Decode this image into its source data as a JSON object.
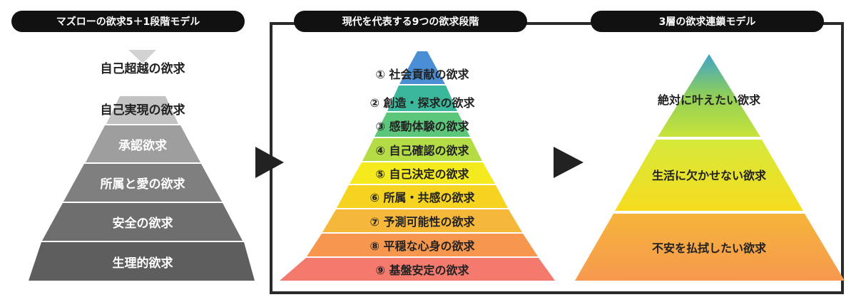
{
  "maslow": {
    "title": "マズローの欲求5＋1段階モデル",
    "levels": [
      "自己超越の欲求",
      "自己実現の欲求",
      "承認欲求",
      "所属と愛の欲求",
      "安全の欲求",
      "生理的欲求"
    ]
  },
  "modern": {
    "title": "現代を代表する9つの欲求段階",
    "levels": [
      "① 社会貢献の欲求",
      "② 創造・探求の欲求",
      "③ 感動体験の欲求",
      "④ 自己確認の欲求",
      "⑤ 自己決定の欲求",
      "⑥ 所属・共感の欲求",
      "⑦ 予測可能性の欲求",
      "⑧ 平穏な心身の欲求",
      "⑨ 基盤安定の欲求"
    ],
    "colors": [
      "#4a8fd6",
      "#3bb89b",
      "#5cc77b",
      "#b4dc45",
      "#f4ea1e",
      "#f6d321",
      "#f6b83a",
      "#f7974e",
      "#f47a6e"
    ]
  },
  "chain": {
    "title": "3層の欲求連鎖モデル",
    "levels": [
      "絶対に叶えたい欲求",
      "生活に欠かせない欲求",
      "不安を払拭したい欲求"
    ]
  },
  "colors": {
    "pill_bg": "#111111",
    "maslow_grays": [
      "#d2d2d2",
      "#c2c2c2",
      "#9e9e9e",
      "#7f7f7f",
      "#6e6e6e",
      "#5e5e5e"
    ]
  }
}
